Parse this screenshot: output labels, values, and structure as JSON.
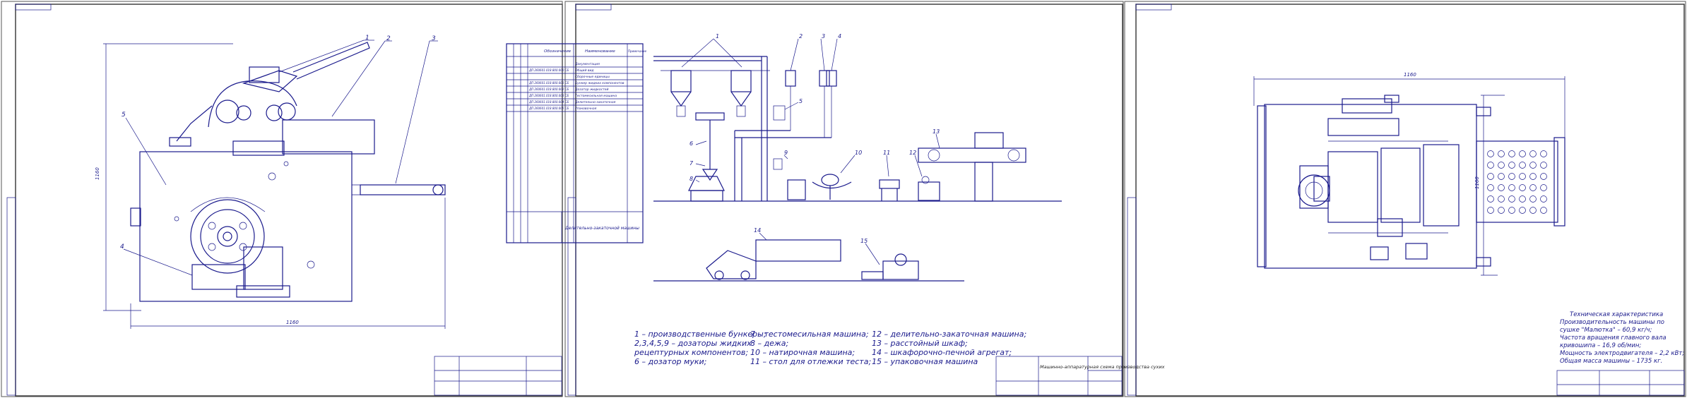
{
  "sheet1": {
    "leaders": [
      "1",
      "2",
      "3",
      "5",
      "4"
    ],
    "dim_width": "1160",
    "dim_height": "1160"
  },
  "sheet2": {
    "spec_headers": [
      "Обозначение",
      "Наименование",
      "Примечание"
    ],
    "spec_rows": [
      {
        "designation": "",
        "name": "Документация",
        "note": ""
      },
      {
        "designation": "ДП 260601.018.800.000 СБ",
        "name": "Общий вид",
        "note": ""
      },
      {
        "designation": "",
        "name": "Сборочные единицы",
        "note": ""
      },
      {
        "designation": "ДП 260601.018.800.001 СБ",
        "name": "Бункер жидких компонентов",
        "note": ""
      },
      {
        "designation": "ДП 260601.018.800.002 СБ",
        "name": "Дозатор жидкостей",
        "note": ""
      },
      {
        "designation": "ДП 260601.018.800.003 СБ",
        "name": "Тестомесильная машина",
        "note": ""
      },
      {
        "designation": "ДП 260601.018.800.004 СБ",
        "name": "Делительно-закаточная",
        "note": ""
      },
      {
        "designation": "ДП 260601.018.800.005 СБ",
        "name": "Упаковочная",
        "note": ""
      }
    ],
    "spec_title": "Делительно-закаточной машины",
    "callouts": [
      "1",
      "2",
      "3",
      "4",
      "5",
      "6",
      "7",
      "8",
      "9",
      "10",
      "11",
      "12",
      "13",
      "14",
      "15"
    ],
    "legend": [
      "1 – производственные бункеры;",
      "2,3,4,5,9 – дозаторы жидких",
      "рецептурных компонентов;",
      "6 – дозатор муки;",
      "7 – тестомесильная машина;",
      "8 – дежа;",
      "10 – натирочная машина;",
      "11 – стол для отлежки теста;",
      "12 – делительно-закаточная машина;",
      "13 – расстойный шкаф;",
      "14 – шкафорочно-печной агрегат;",
      "15 – упаковочная машина"
    ],
    "stamp_title": "Машинно-аппаратурная схема производства сухих"
  },
  "sheet3": {
    "dim_width": "1160",
    "dim_height": "1160",
    "tech_title": "Техническая характеристика",
    "tech_lines": [
      "Производительность машины по",
      "сушке \"Малютка\" – 60,9 кг/ч;",
      "Частота вращения главного вала",
      "кривошипа – 16,9 об/мин;",
      "Мощность электродвигателя – 2,2 кВт;",
      "Общая масса машины – 1735 кг."
    ]
  },
  "colors": {
    "line": "#1a1a8c",
    "frame": "#555555",
    "background": "#ffffff"
  }
}
